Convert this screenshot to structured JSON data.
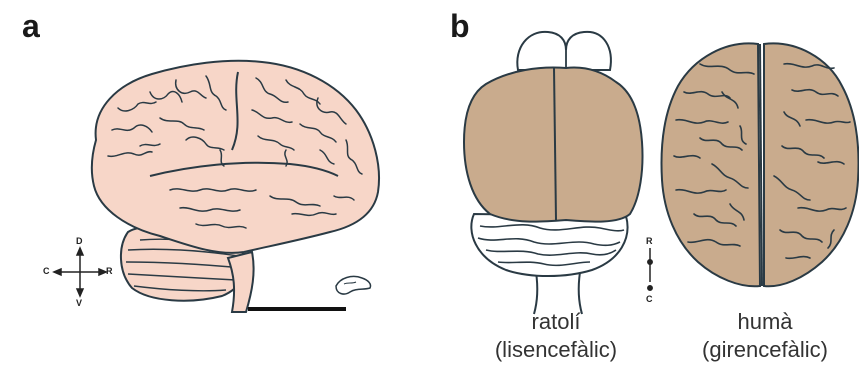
{
  "panel_a": {
    "letter": "a",
    "axis": {
      "dorsal": "D",
      "ventral": "V",
      "caudal": "C",
      "rostral": "R"
    }
  },
  "panel_b": {
    "letter": "b",
    "axis": {
      "rostral": "R",
      "caudal": "C"
    },
    "mouse": {
      "name": "ratolí",
      "type": "(lisencefàlic)"
    },
    "human": {
      "name": "humà",
      "type": "(girencefàlic)"
    }
  },
  "colors": {
    "human_lateral_fill": "#f7d6c8",
    "dorsal_fill": "#c9ab8d",
    "outline": "#2a3a44"
  }
}
